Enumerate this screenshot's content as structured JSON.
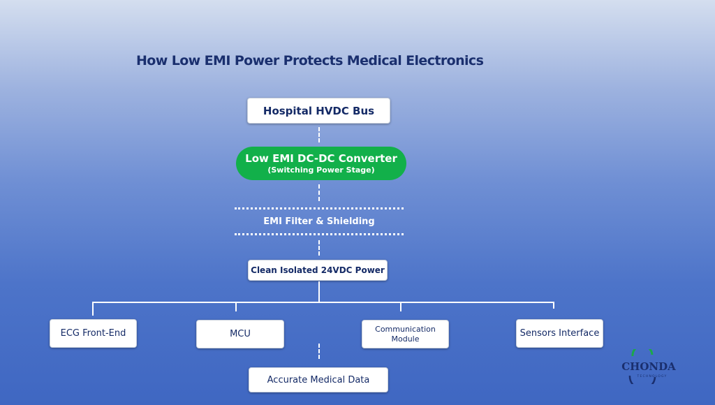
{
  "title": "How Low EMI Power Protects Medical Electronics",
  "nodes": {
    "hvdc_bus": "Hospital HVDC Bus",
    "converter_line1": "Low EMI DC-DC Converter",
    "converter_line2": "(Switching Power Stage)",
    "emi_filter": "EMI Filter & Shielding",
    "clean_power": "Clean Isolated 24VDC Power",
    "ecg": "ECG Front-End",
    "mcu": "MCU",
    "communication": "Communication Module",
    "sensors": "Sensors Interface",
    "accurate_data": "Accurate Medical Data"
  },
  "logo": {
    "name": "CHONDA",
    "tagline": "TECHNOLOGY"
  },
  "colors": {
    "title": "#1a2f6e",
    "converter": "#12b04a",
    "box_text": "#142a66",
    "connector": "#ffffff"
  }
}
